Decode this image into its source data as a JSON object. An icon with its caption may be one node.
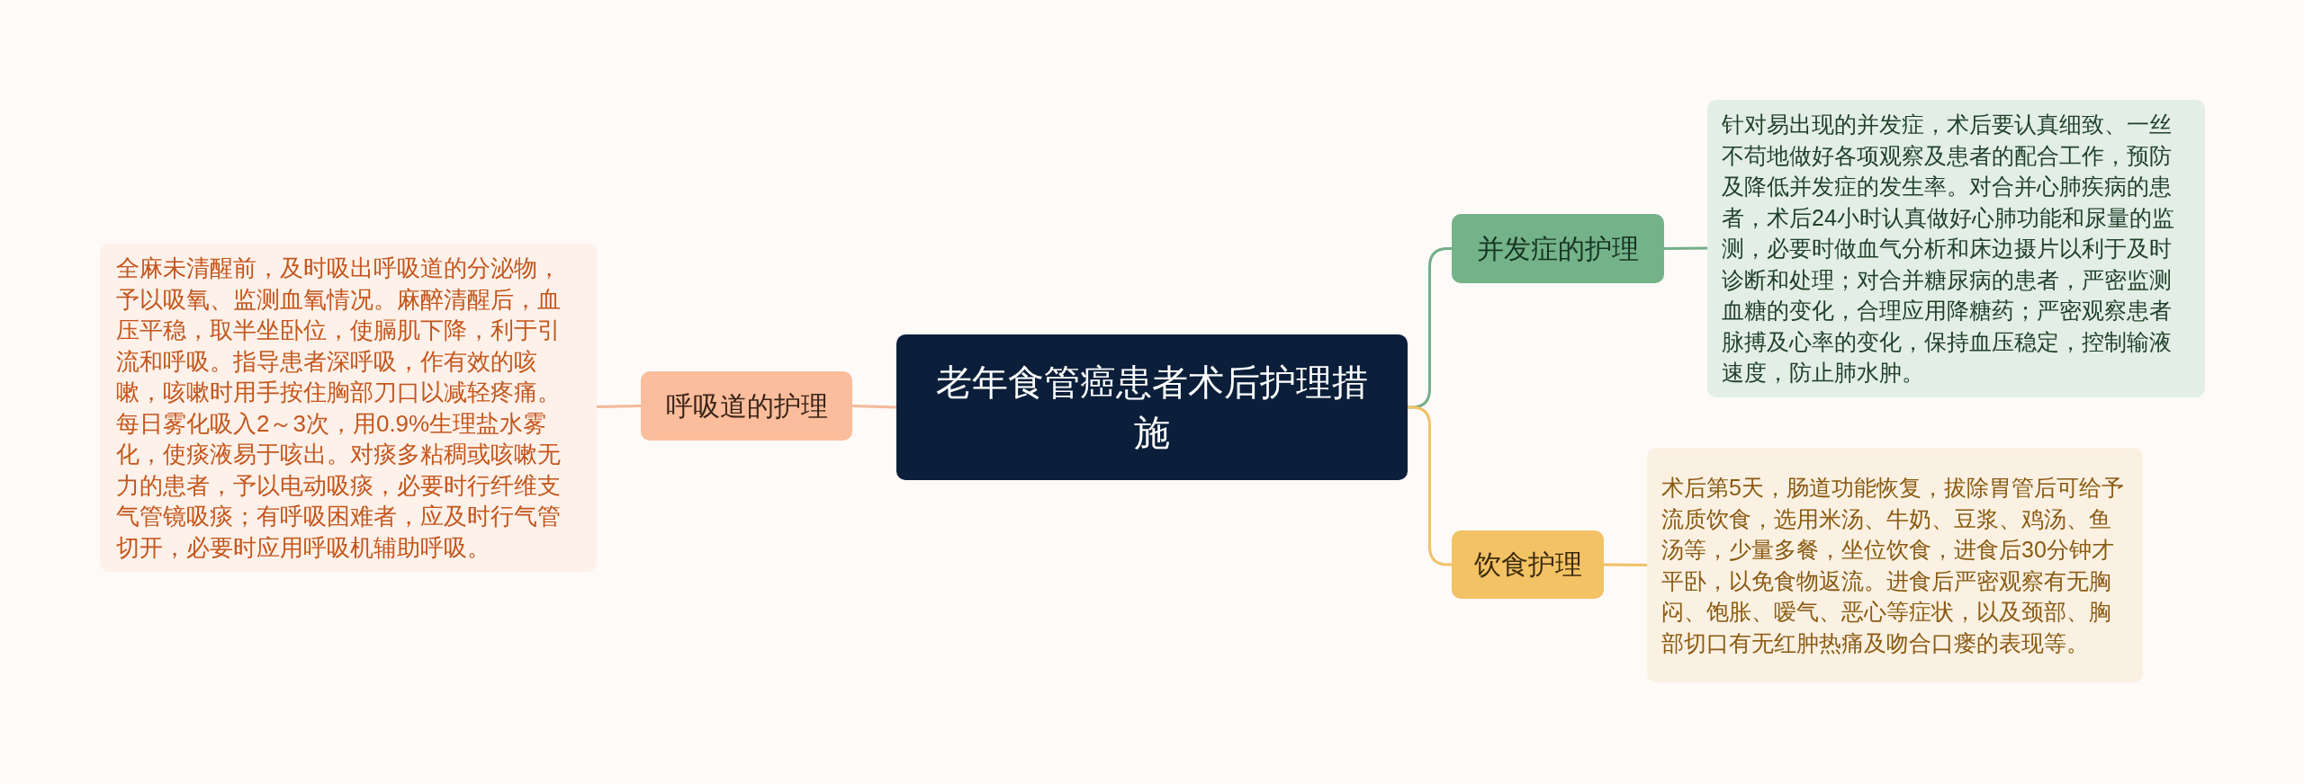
{
  "diagram": {
    "nodes": [
      {
        "text": [
          "老年食管癌患者术后护理措施"
        ]
      },
      {
        "text": [
          "呼吸道的护理"
        ]
      },
      {
        "text": [
          "全麻未清醒前，及时吸出呼吸道的分泌物，予以吸氧、监测血氧情况。麻醉清醒后，血压平稳，取半坐卧位，使膈肌下降，利于引流和呼吸。指导患者深呼吸，作有效的咳嗽，咳嗽时用手按住胸部刀口以减轻疼痛。每日雾化吸入2～3次，用0.9%生理盐水雾化，使痰液易于咳出。对痰多粘稠或咳嗽无力的患者，予以电动吸痰，必要时行纤维支气管镜吸痰；有呼吸困难者，应及时行气管切开，必要时应用呼吸机辅助呼吸。"
        ]
      },
      {
        "text": [
          "并发症的护理"
        ]
      },
      {
        "text": [
          "针对易出现的并发症，术后要认真细致、一丝不苟地做好各项观察及患者的配合工作，预防及降低并发症的发生率。对合并心肺疾病的患者，术后24小时认真做好心肺功能和尿量的监测，必要时做血气分析和床边摄片以利于及时诊断和处理；对合并糖尿病的患者，严密监测血糖的变化，合理应用降糖药；严密观察患者脉搏及心率的变化，保持血压稳定，控制输液速度，防止肺水肿。"
        ]
      },
      {
        "text": [
          "饮食护理"
        ]
      },
      {
        "text": [
          "术后第5天，肠道功能恢复，拔除胃管后可给予流质饮食，选用米汤、牛奶、豆浆、鸡汤、鱼汤等，少量多餐，坐位饮食，进食后30分钟才平卧，以免食物返流。进食后严密观察有无胸闷、饱胀、嗳气、恶心等症状，以及颈部、胸部切口有无红肿热痛及吻合口瘘的表现等。"
        ]
      }
    ],
    "edges": [
      {
        "from": 0,
        "to": 1,
        "arrow": "none",
        "color": "#f4b99a"
      },
      {
        "from": 1,
        "to": 2,
        "arrow": "none",
        "color": "#f4b99a"
      },
      {
        "from": 0,
        "to": 3,
        "arrow": "none",
        "color": "#74ae88"
      },
      {
        "from": 3,
        "to": 4,
        "arrow": "none",
        "color": "#74ae88"
      },
      {
        "from": 0,
        "to": 5,
        "arrow": "none",
        "color": "#f0c266"
      },
      {
        "from": 5,
        "to": 6,
        "arrow": "none",
        "color": "#f0c266"
      }
    ]
  }
}
